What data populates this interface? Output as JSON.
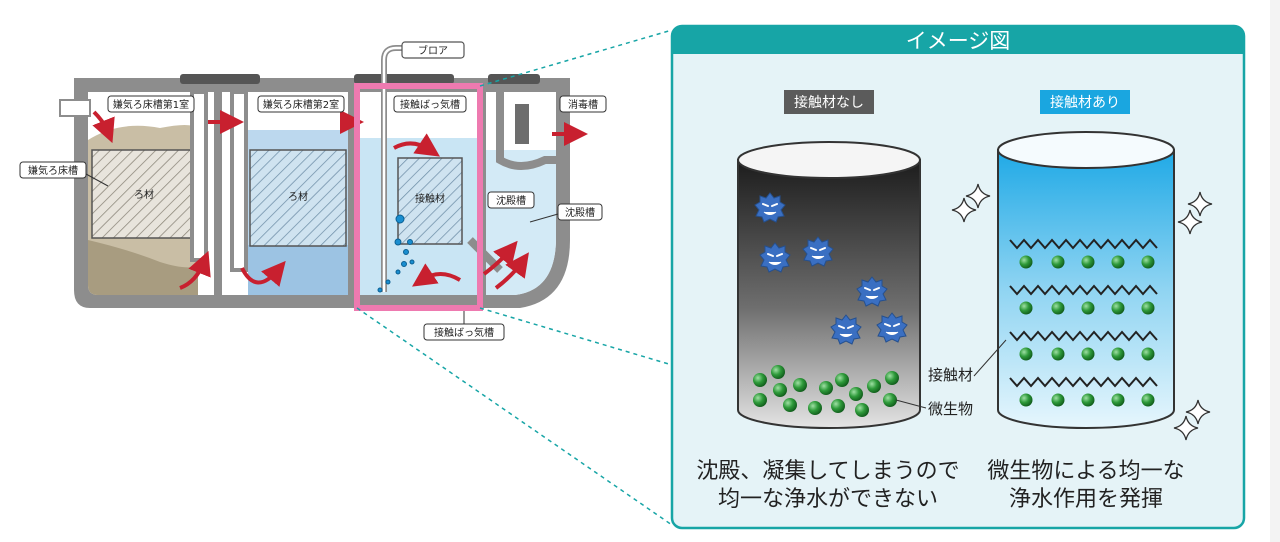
{
  "tank": {
    "labels": {
      "anaerobic_room1": "嫌気ろ床槽第1室",
      "anaerobic_room2": "嫌気ろ床槽第2室",
      "contact_aeration_top": "接触ばっ気槽",
      "disinfection": "消毒槽",
      "anaerobic_side": "嫌気ろ床槽",
      "settling_side": "沈殿槽",
      "settling_inner": "沈殿槽",
      "contact_aeration_bottom": "接触ばっ気槽",
      "blower": "ブロア",
      "filter_media_1": "ろ材",
      "filter_media_2": "ろ材",
      "contact_media": "接触材"
    }
  },
  "image_panel": {
    "title": "イメージ図",
    "without": {
      "tag": "接触材なし",
      "caption_line1": "沈殿、凝集してしまうので",
      "caption_line2": "均一な浄水ができない"
    },
    "with": {
      "tag": "接触材あり",
      "caption_line1": "微生物による均一な",
      "caption_line2": "浄水作用を発揮"
    },
    "callout_contact_media": "接触材",
    "callout_microbe": "微生物"
  },
  "colors": {
    "teal": "#17a5a6",
    "pink": "#ee7ab0",
    "arrow_red": "#c8202f",
    "water_blue": "#bfe2f3",
    "microbe_green": "#2e9a3a",
    "bacteria_blue": "#3a6fc2"
  }
}
